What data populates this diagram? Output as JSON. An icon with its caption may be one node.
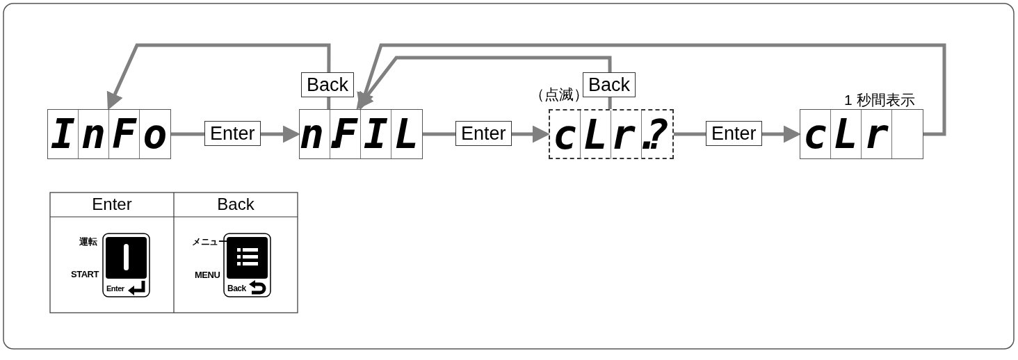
{
  "diagram": {
    "nodes": [
      {
        "text": [
          "InFo"
        ]
      },
      {
        "text": [
          "n.FIL"
        ]
      },
      {
        "text": [
          "cLr.?"
        ],
        "beside": [
          "（点滅）"
        ]
      },
      {
        "text": [
          "cLr"
        ],
        "beside": [
          "1 秒間表示"
        ]
      }
    ],
    "edges": [
      {
        "from": 0,
        "to": 1,
        "arrow": "to",
        "label": "Enter"
      },
      {
        "from": 1,
        "to": 0,
        "arrow": "to",
        "label": "Back"
      },
      {
        "from": 1,
        "to": 2,
        "arrow": "to",
        "label": "Enter"
      },
      {
        "from": 2,
        "to": 1,
        "arrow": "to",
        "label": "Back"
      },
      {
        "from": 2,
        "to": 3,
        "arrow": "to",
        "label": "Enter"
      },
      {
        "from": 3,
        "to": 1,
        "arrow": "to"
      }
    ],
    "labels": [
      "Enter",
      "Back",
      "運転",
      "START",
      "Enter",
      "メニュー",
      "MENU",
      "Back"
    ]
  }
}
